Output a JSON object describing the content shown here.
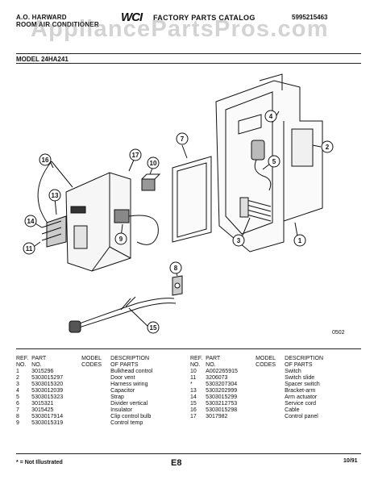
{
  "header": {
    "brand_line1": "A.O. HARWARD",
    "brand_line2": "ROOM AIR CONDITIONER",
    "logo": "WCI",
    "catalog_title": "FACTORY PARTS CATALOG",
    "publication_no": "5995215463",
    "watermark": "AppliancePartsPros.com"
  },
  "model": "MODEL 24HA241",
  "figure_code": "0502",
  "callouts": [
    "1",
    "2",
    "3",
    "4",
    "5",
    "7",
    "8",
    "9",
    "10",
    "11",
    "13",
    "14",
    "15",
    "16",
    "17"
  ],
  "table_headers": {
    "ref": "REF.\nNO.",
    "part": "PART\nNO.",
    "codes": "MODEL\nCODES",
    "desc": "DESCRIPTION\nOF PARTS"
  },
  "parts_left": [
    {
      "ref": "1",
      "part": "3015296",
      "codes": "",
      "desc": "Bulkhead control"
    },
    {
      "ref": "2",
      "part": "5303015297",
      "codes": "",
      "desc": "Door vent"
    },
    {
      "ref": "3",
      "part": "5303015320",
      "codes": "",
      "desc": "Harness wiring"
    },
    {
      "ref": "4",
      "part": "5303012039",
      "codes": "",
      "desc": "Capacitor"
    },
    {
      "ref": "5",
      "part": "5303015323",
      "codes": "",
      "desc": "Strap"
    },
    {
      "ref": "6",
      "part": "3015321",
      "codes": "",
      "desc": "Divider vertical"
    },
    {
      "ref": "7",
      "part": "3015425",
      "codes": "",
      "desc": "Insulator"
    },
    {
      "ref": "8",
      "part": "5303017914",
      "codes": "",
      "desc": "Clip control bulb"
    },
    {
      "ref": "9",
      "part": "5303015319",
      "codes": "",
      "desc": "Control temp"
    }
  ],
  "parts_right": [
    {
      "ref": "10",
      "part": "A002265915",
      "codes": "",
      "desc": "Switch"
    },
    {
      "ref": "11",
      "part": "3206073",
      "codes": "",
      "desc": "Switch slide"
    },
    {
      "ref": "*",
      "part": "5303207304",
      "codes": "",
      "desc": "Spacer switch"
    },
    {
      "ref": "13",
      "part": "5303202999",
      "codes": "",
      "desc": "Bracket-arm"
    },
    {
      "ref": "14",
      "part": "5303015299",
      "codes": "",
      "desc": "Arm actuator"
    },
    {
      "ref": "15",
      "part": "5303212753",
      "codes": "",
      "desc": "Service cord"
    },
    {
      "ref": "16",
      "part": "5303015298",
      "codes": "",
      "desc": "Cable"
    },
    {
      "ref": "17",
      "part": "3017982",
      "codes": "",
      "desc": "Control panel"
    }
  ],
  "footer": {
    "note": "* = Not Illustrated",
    "page": "E8",
    "date": "10/91"
  }
}
